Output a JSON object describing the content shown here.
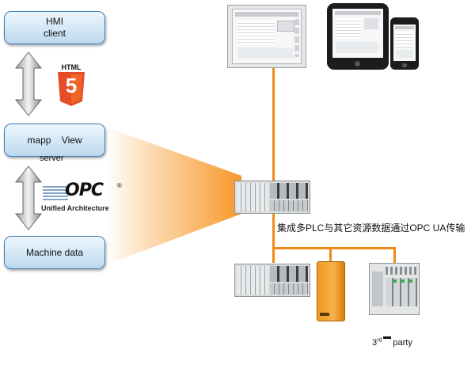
{
  "boxes": {
    "hmi_line1": "HMI",
    "hmi_line2": "client",
    "mapp_view": "mapp    View",
    "server": "server",
    "machine_data": "Machine data"
  },
  "logos": {
    "html5_text": "HTML",
    "html5_number": "5",
    "opc_word": "OPC",
    "opc_registered": "®",
    "opc_subtitle": "Unified Architecture"
  },
  "labels": {
    "integration": "集成多PLC与其它资源数据通过OPC UA传输",
    "third_party_number": "3",
    "third_party_suffix": "rd",
    "third_party_word": "party"
  },
  "colors": {
    "box_border": "#3f7fb6",
    "orange_line": "#f08a18",
    "beam_orange": "#f7921e",
    "html5_orange": "#e44d26"
  }
}
